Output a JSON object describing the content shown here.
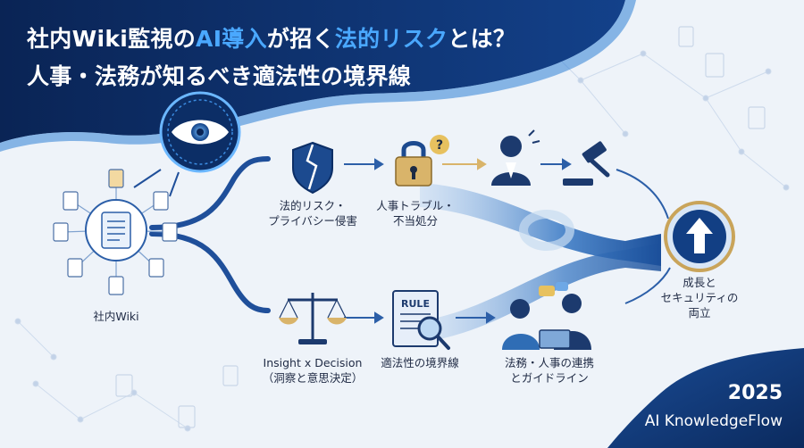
{
  "title": {
    "line1_a": "社内Wiki監視の",
    "line1_b": "AI導入",
    "line1_c": "が招く",
    "line1_d": "法的リスク",
    "line1_e": "とは？",
    "line2": "人事・法務が知るべき適法性の境界線"
  },
  "nodes": {
    "wiki": "社内Wiki",
    "legal_risk_1": "法的リスク・",
    "legal_risk_2": "プライバシー侵害",
    "hr_trouble_1": "人事トラブル・",
    "hr_trouble_2": "不当処分",
    "insight_1": "Insight x Decision",
    "insight_2": "（洞察と意思決定）",
    "boundary": "適法性の境界線",
    "guideline_1": "法務・人事の連携",
    "guideline_2": "とガイドライン",
    "goal_1": "成長と",
    "goal_2": "セキュリティの",
    "goal_3": "両立"
  },
  "icons": {
    "rule_text": "RULE",
    "question_mark": "?"
  },
  "brand": {
    "year": "2025",
    "name": "AI KnowledgeFlow"
  },
  "colors": {
    "navy": "#0d2a5c",
    "accent": "#4aa8ff",
    "flow": "#2f6db5"
  }
}
